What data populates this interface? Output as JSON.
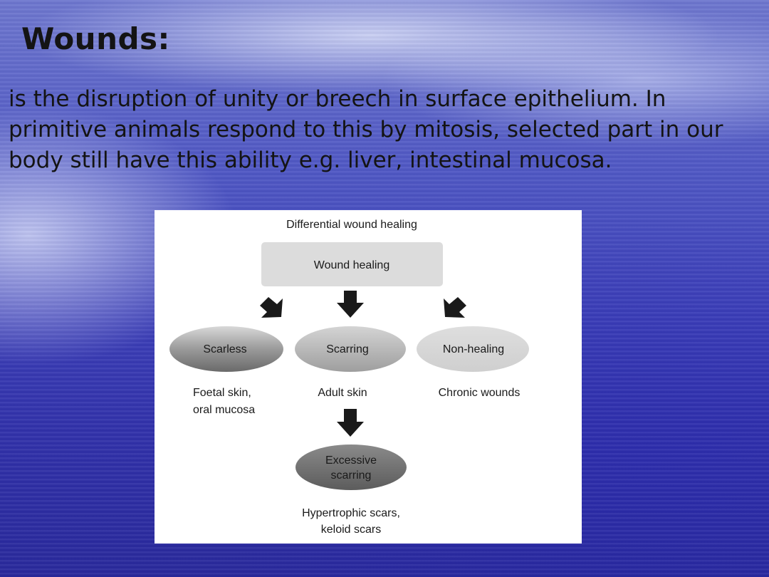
{
  "slide": {
    "title": "Wounds:",
    "body": "is the disruption of unity or breech in surface epithelium. In primitive animals respond to this by mitosis, selected part in our body still have this ability e.g. liver, intestinal mucosa."
  },
  "diagram": {
    "title": "Differential wound healing",
    "root": "Wound healing",
    "outcomes": [
      {
        "label": "Scarless",
        "examples": [
          "Foetal skin,",
          "oral mucosa"
        ]
      },
      {
        "label": "Scarring",
        "examples": [
          "Adult skin"
        ]
      },
      {
        "label": "Non-healing",
        "examples": [
          "Chronic wounds"
        ]
      }
    ],
    "excess": {
      "label_lines": [
        "Excessive",
        "scarring"
      ],
      "examples": [
        "Hypertrophic scars,",
        "keloid scars"
      ]
    },
    "colors": {
      "root_box": "#dcdcdc",
      "scarless": "#8a8a8a",
      "scarring": "#aaaaaa",
      "non_healing": "#d2d2d2",
      "excessive": "#6e6e6e",
      "arrow": "#1a1a1a"
    }
  }
}
